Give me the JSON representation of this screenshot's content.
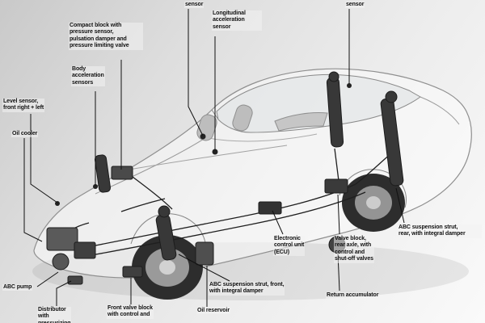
{
  "diagram": {
    "subject": "Car active hydraulic suspension (ABC) system cutaway diagram",
    "colors": {
      "background_start": "#c9c9c9",
      "background_end": "#fafafa",
      "leader_line": "#111111",
      "hydraulic_line": "#1f1f1f",
      "text": "#111111"
    },
    "labels": {
      "sensor_top_left": "sensor",
      "longitudinal_acceleration_sensor": "Longitudinal\nacceleration\nsensor",
      "sensor_top_right": "sensor",
      "compact_block": "Compact block with\npressure sensor,\npulsation damper and\npressure limiting valve",
      "body_acceleration_sensors": "Body\nacceleration\nsensors",
      "level_sensor": "Level sensor,\nfront right + left",
      "oil_cooler": "Oil cooler",
      "abc_pump": "ABC pump",
      "distributor": "Distributor\nwith\npressurizing",
      "front_valve_block": "Front valve block\nwith control and",
      "oil_reservoir": "Oil reservoir",
      "abc_strut_front": "ABC suspension strut, front,\nwith integral damper",
      "ecu": "Electronic\ncontrol unit\n(ECU)",
      "valve_block_rear": "Valve block,\nrear axle, with\ncontrol and\nshut-off valves",
      "return_accumulator": "Return accumulator",
      "abc_strut_rear": "ABC suspension strut,\nrear, with integral damper"
    }
  }
}
